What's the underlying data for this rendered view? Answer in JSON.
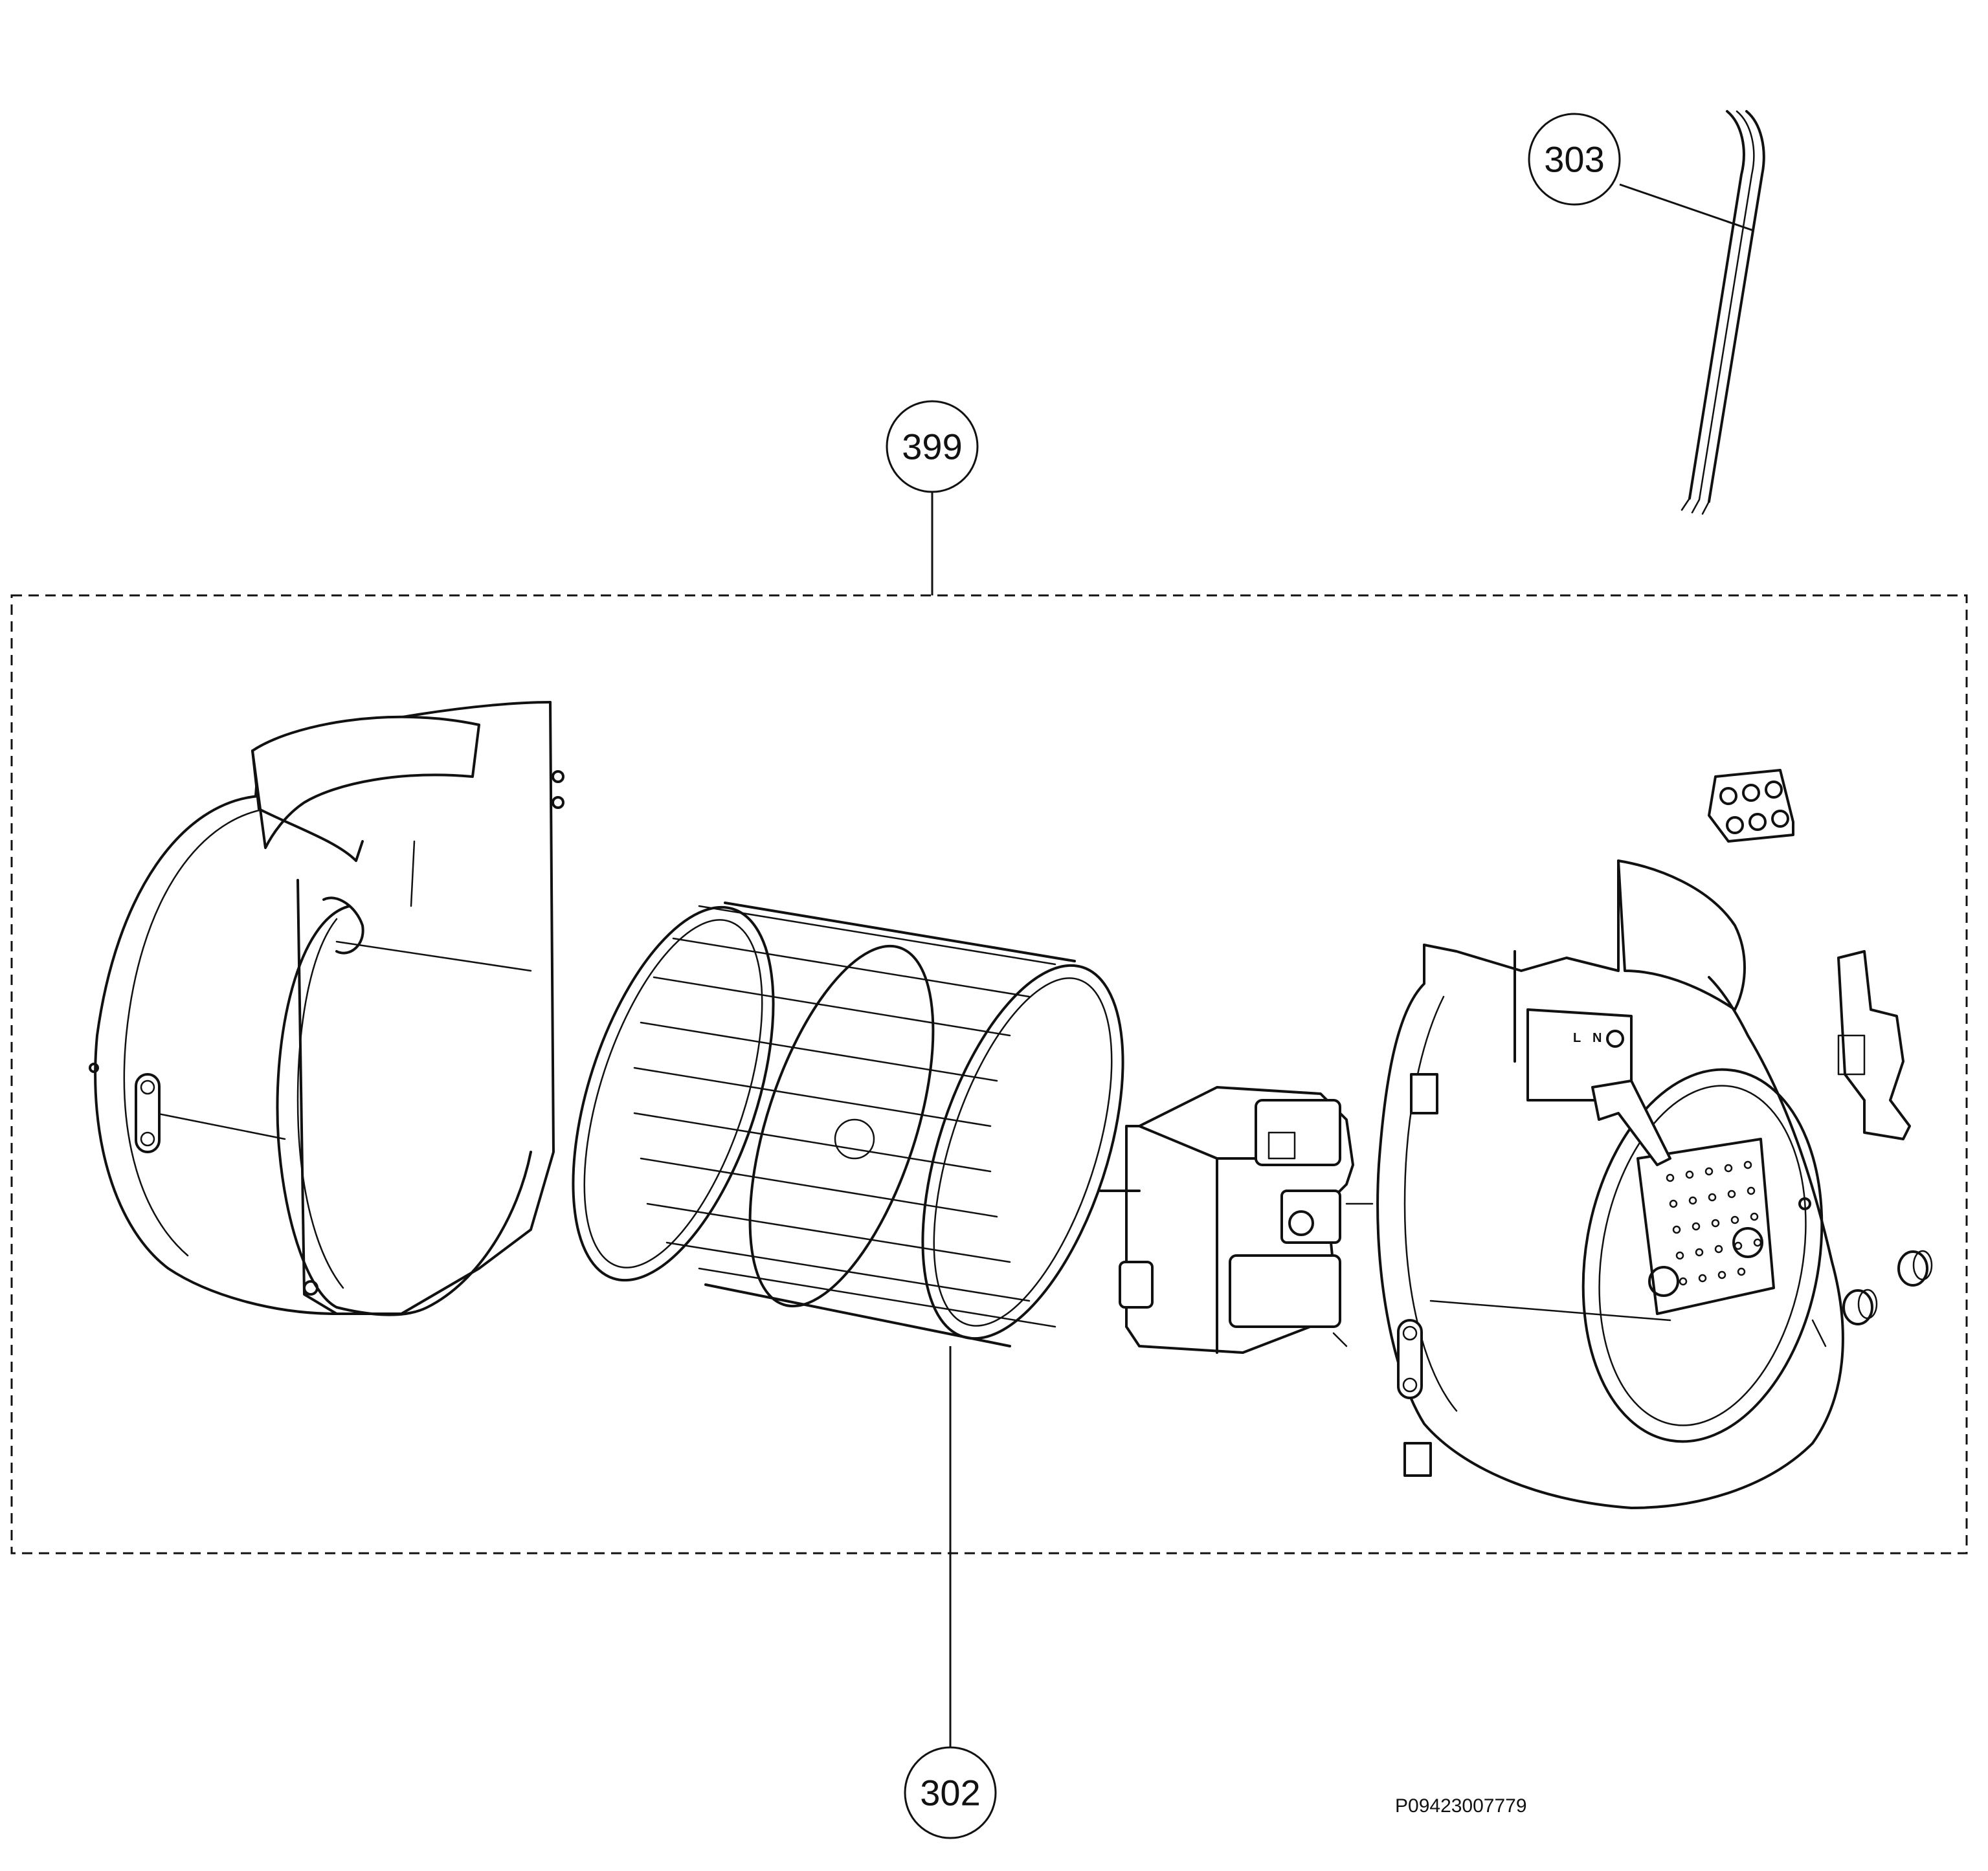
{
  "callouts": {
    "wiring": "303",
    "assembly": "399",
    "motor": "302"
  },
  "drawing_code": "P09423007779",
  "terminal_labels": {
    "l": "L",
    "n": "N"
  },
  "icons": [
    "housing-front-half",
    "impeller-wheel",
    "motor",
    "housing-rear-half",
    "terminal-block",
    "bracket",
    "wire-harness",
    "cap-nut"
  ]
}
